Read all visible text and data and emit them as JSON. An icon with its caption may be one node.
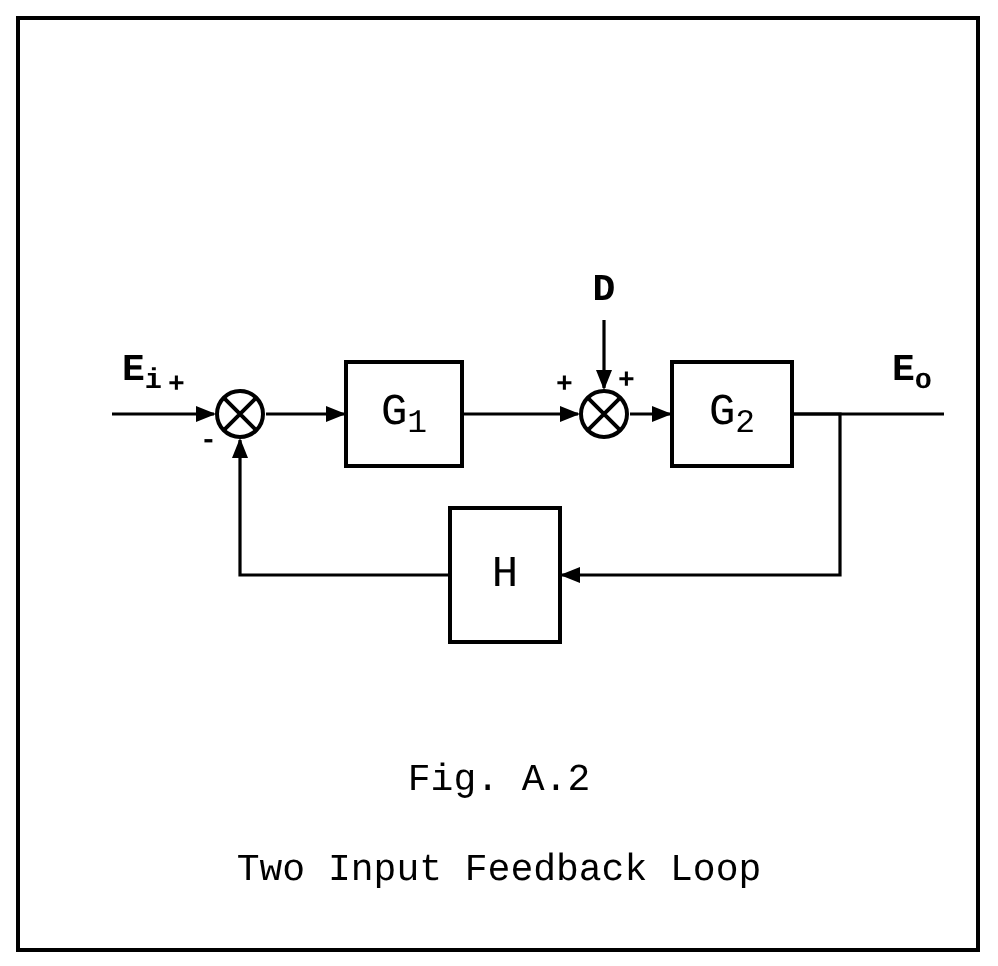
{
  "diagram": {
    "title": "Fig. A.2",
    "caption": "Two Input Feedback Loop",
    "nodes": [
      {
        "text": [
          "E$_{i}$"
        ]
      },
      {
        "text": [],
        "shape": "circle"
      },
      {
        "text": [
          "G$_{1}$"
        ]
      },
      {
        "text": [],
        "shape": "circle"
      },
      {
        "text": [
          "G$_{2}$"
        ]
      },
      {
        "text": [
          "E$_{o}$"
        ]
      },
      {
        "text": [
          "D"
        ]
      },
      {
        "text": [
          "H"
        ]
      }
    ],
    "edges": [
      {
        "from": 0,
        "to": 1,
        "arrow": "to"
      },
      {
        "from": 1,
        "to": 2,
        "arrow": "to"
      },
      {
        "from": 2,
        "to": 3,
        "arrow": "to"
      },
      {
        "from": 6,
        "to": 3,
        "arrow": "to"
      },
      {
        "from": 3,
        "to": 4,
        "arrow": "to"
      },
      {
        "from": 4,
        "to": 5,
        "arrow": "none"
      },
      {
        "from": 4,
        "to": 7,
        "arrow": "to"
      },
      {
        "from": 7,
        "to": 1,
        "arrow": "to"
      }
    ],
    "labels": [
      "+",
      "-",
      "+",
      "+"
    ]
  }
}
